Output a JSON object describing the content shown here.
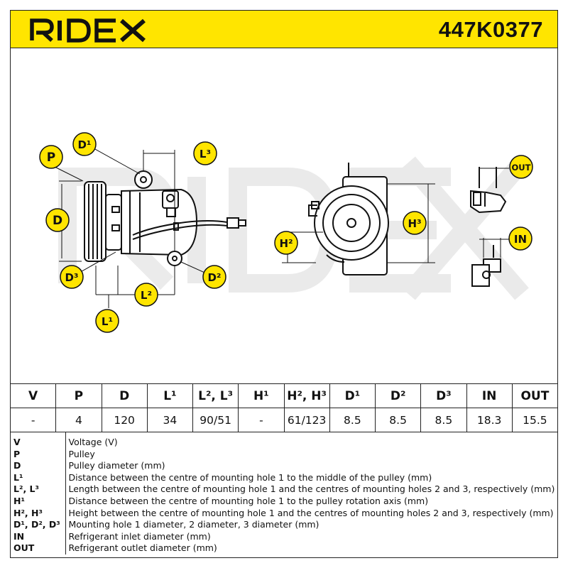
{
  "header": {
    "brand": "RIDEX",
    "part_number": "447K0377",
    "brand_color": "#ffe500"
  },
  "watermark": "RIDEX",
  "callouts": {
    "p": "P",
    "d": "D",
    "d1": "D¹",
    "d2": "D²",
    "d3": "D³",
    "l1": "L¹",
    "l2": "L²",
    "l3": "L³",
    "h2": "H²",
    "h3": "H³",
    "out": "OUT",
    "in": "IN"
  },
  "specs": {
    "headers": [
      "V",
      "P",
      "D",
      "L¹",
      "L², L³",
      "H¹",
      "H², H³",
      "D¹",
      "D²",
      "D³",
      "IN",
      "OUT"
    ],
    "values": [
      "-",
      "4",
      "120",
      "34",
      "90/51",
      "-",
      "61/123",
      "8.5",
      "8.5",
      "8.5",
      "18.3",
      "15.5"
    ]
  },
  "legend": [
    {
      "key": "V",
      "desc": "Voltage (V)"
    },
    {
      "key": "P",
      "desc": "Pulley"
    },
    {
      "key": "D",
      "desc": "Pulley diameter (mm)"
    },
    {
      "key": "L¹",
      "desc": "Distance between the centre of mounting hole 1 to the middle of the pulley (mm)"
    },
    {
      "key": "L², L³",
      "desc": "Length between the centre of mounting hole 1 and the centres of mounting holes 2 and 3, respectively (mm)"
    },
    {
      "key": "H¹",
      "desc": "Distance between the centre of mounting hole 1 to the pulley rotation axis (mm)"
    },
    {
      "key": "H², H³",
      "desc": "Height between the centre of mounting hole 1 and the centres of mounting holes 2 and 3, respectively (mm)"
    },
    {
      "key": "D¹, D², D³",
      "desc": "Mounting hole 1 diameter, 2 diameter, 3 diameter (mm)"
    },
    {
      "key": "IN",
      "desc": "Refrigerant inlet diameter (mm)"
    },
    {
      "key": "OUT",
      "desc": "Refrigerant outlet diameter (mm)"
    }
  ]
}
